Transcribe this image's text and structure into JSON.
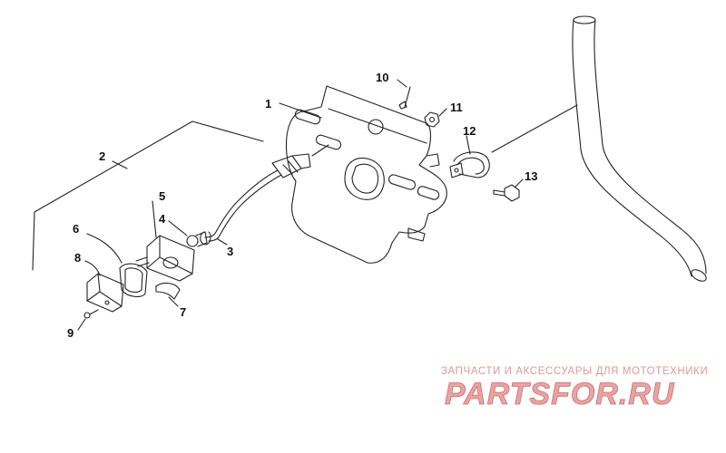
{
  "diagram": {
    "callouts": [
      {
        "id": "1",
        "text": "1"
      },
      {
        "id": "2",
        "text": "2"
      },
      {
        "id": "3",
        "text": "3"
      },
      {
        "id": "4",
        "text": "4"
      },
      {
        "id": "5",
        "text": "5"
      },
      {
        "id": "6",
        "text": "6"
      },
      {
        "id": "7",
        "text": "7"
      },
      {
        "id": "8",
        "text": "8"
      },
      {
        "id": "9",
        "text": "9"
      },
      {
        "id": "10",
        "text": "10"
      },
      {
        "id": "11",
        "text": "11"
      },
      {
        "id": "12",
        "text": "12"
      },
      {
        "id": "13",
        "text": "13"
      }
    ]
  },
  "watermark": {
    "tagline": "ЗАПЧАСТИ И АКСЕССУАРЫ ДЛЯ МОТОТЕХНИКИ",
    "brand": "PARTSFOR.RU",
    "color": "#e08b8b"
  }
}
